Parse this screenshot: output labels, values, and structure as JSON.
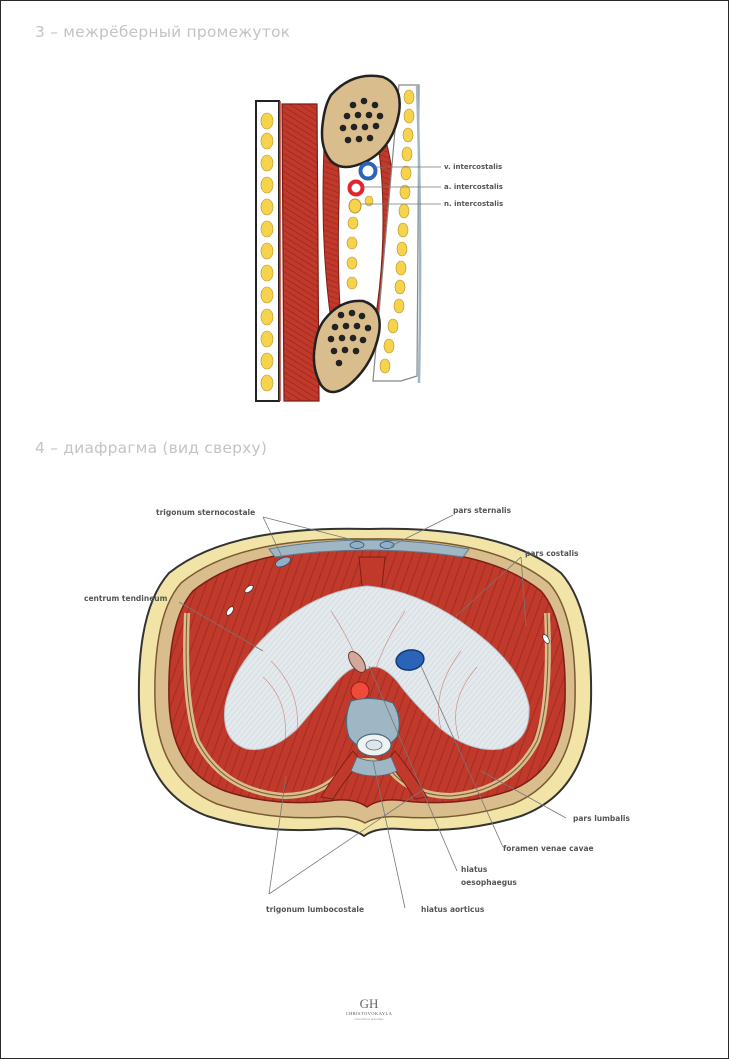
{
  "section3": {
    "title": "3 – межрёберный промежуток",
    "labels": {
      "vein": "v. intercostalis",
      "artery": "a. intercostalis",
      "nerve": "n. intercostalis"
    }
  },
  "section4": {
    "title": "4 – диафрагма (вид сверху)",
    "labels": {
      "trigonum_sternocostale": "trigonum sternocostale",
      "pars_sternalis": "pars sternalis",
      "pars_costalis": "pars costalis",
      "centrum_tendineum": "centrum tendineum",
      "pars_lumbalis": "pars lumbalis",
      "foramen_venae_cavae": "foramen venae cavae",
      "hiatus_oesophaegus_line1": "hiatus",
      "hiatus_oesophaegus_line2": "oesophaegus",
      "trigonum_lumbocostale": "trigonum lumbocostale",
      "hiatus_aorticus": "hiatus aorticus"
    }
  },
  "logo": {
    "mark": "GH",
    "name": "CHRISTOVOKAYLA",
    "sub": "anatomical drawings"
  },
  "colors": {
    "muscle": "#c0392b",
    "muscle_dark": "#7c1f16",
    "bone": "#d9bd8c",
    "fat": "#f1e4a6",
    "nerve": "#f6d34c",
    "vein": "#2a63b8",
    "artery": "#e3242b",
    "tendon": "#dfe6ea",
    "fascia": "#9fb6c4",
    "label": "#555555",
    "title": "#c4c4c4"
  }
}
